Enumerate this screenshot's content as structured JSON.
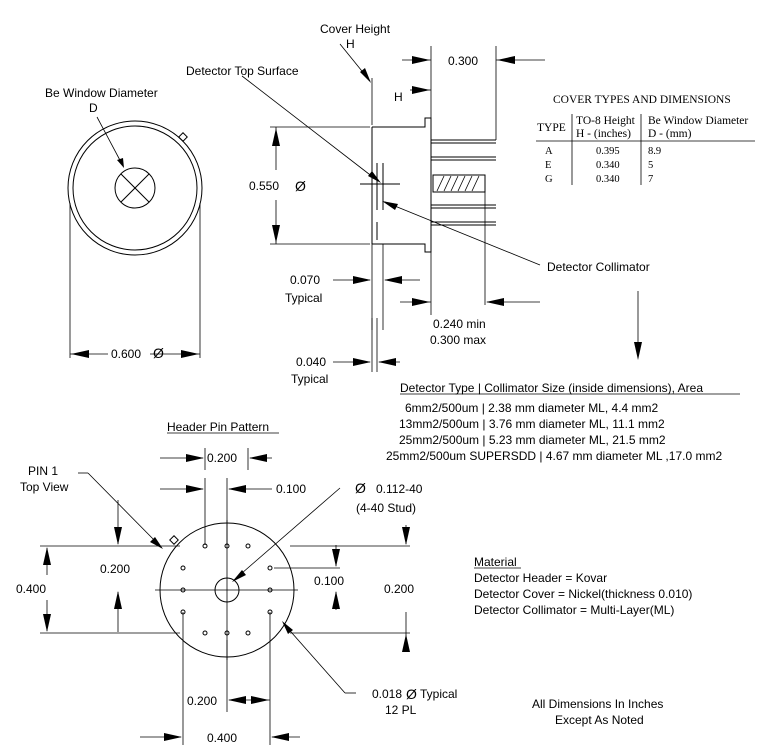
{
  "top_view": {
    "label": "Be Window Diameter",
    "symbol": "D",
    "width_dim": "0.600",
    "dia_symbol": "Ø"
  },
  "side_view": {
    "cover_height_label": "Cover Height",
    "cover_height_symbol_top": "H",
    "cover_height_symbol": "H",
    "dim_300": "0.300",
    "detector_top_surface": "Detector Top Surface",
    "dia_550": "0.550",
    "dia_symbol": "Ø",
    "dim_070": "0.070",
    "typical_1": "Typical",
    "dim_040": "0.040",
    "typical_2": "Typical",
    "detector_collimator": "Detector Collimator",
    "pin_min": "0.240 min",
    "pin_max": "0.300 max"
  },
  "cover_table": {
    "title": "COVER TYPES AND DIMENSIONS",
    "headers": [
      "TYPE",
      "TO-8 Height",
      "Be Window Diameter"
    ],
    "subheaders": [
      "",
      "H - (inches)",
      "D - (mm)"
    ],
    "rows": [
      [
        "A",
        "0.395",
        "8.9"
      ],
      [
        "E",
        "0.340",
        "5"
      ],
      [
        "G",
        "0.340",
        "7"
      ]
    ]
  },
  "detector_list": {
    "heading": "Detector Type | Collimator Size (inside dimensions), Area",
    "items": [
      "6mm2/500um | 2.38 mm diameter ML, 4.4 mm2",
      "13mm2/500um | 3.76 mm diameter ML, 11.1 mm2",
      "25mm2/500um | 5.23 mm diameter ML, 21.5 mm2",
      "25mm2/500um SUPERSDD | 4.67 mm diameter ML ,17.0 mm2"
    ]
  },
  "pin_pattern": {
    "title": "Header Pin Pattern",
    "pin1": "PIN 1",
    "top_view": "Top View",
    "dim_200_top": "0.200",
    "dim_100_top": "0.100",
    "stud_dia_symbol": "Ø",
    "stud_dim": "0.112-40",
    "stud_desc": "(4-40 Stud)",
    "dim_200_left": "0.200",
    "dim_400_left": "0.400",
    "dim_100_right": "0.100",
    "dim_200_right": "0.200",
    "dim_200_bottom": "0.200",
    "dim_400_bottom": "0.400",
    "pin_dia": "0.018",
    "pin_dia_symbol": "Ø",
    "pin_typical": "Typical",
    "pin_count": "12 PL"
  },
  "material": {
    "heading": "Material",
    "lines": [
      "Detector Header = Kovar",
      "Detector Cover = Nickel(thickness 0.010)",
      "Detector Collimator =  Multi-Layer(ML)"
    ]
  },
  "note": {
    "line1": "All Dimensions In Inches",
    "line2": "Except As Noted"
  }
}
